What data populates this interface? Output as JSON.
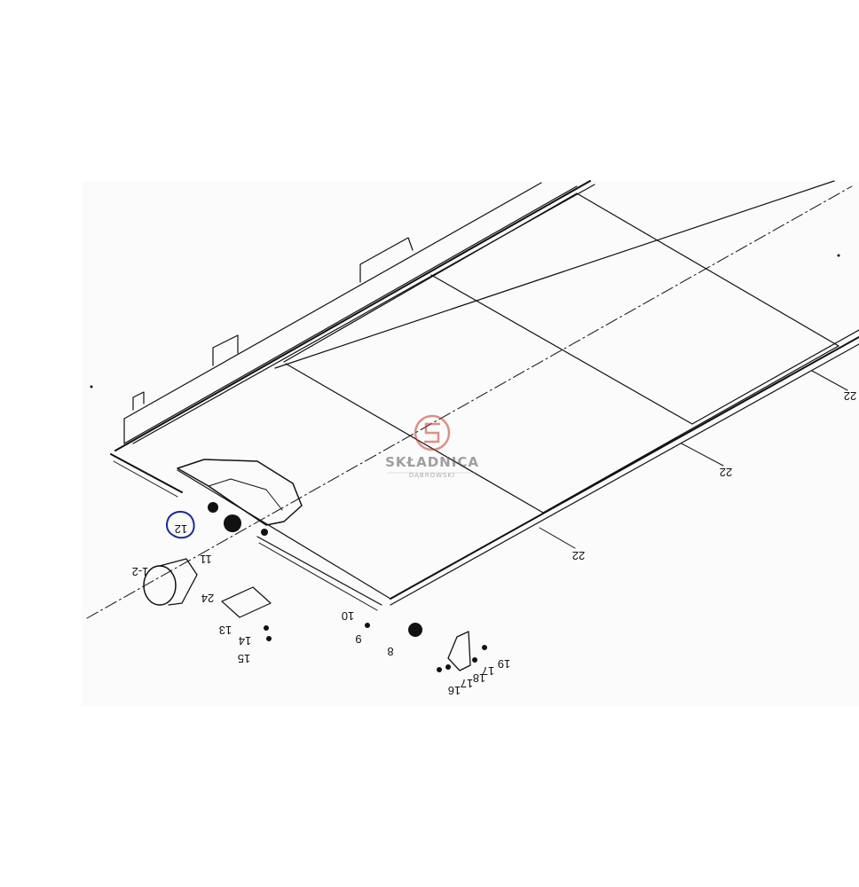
{
  "part_labels": [
    "22",
    "22",
    "22",
    "12",
    "11",
    "1-2",
    "24",
    "13",
    "14",
    "15",
    "10",
    "9",
    "8",
    "16",
    "17",
    "18",
    "17",
    "19"
  ],
  "watermark": {
    "brand": "SKŁADNICA",
    "sub": "DĄBROWSKI",
    "color": "#c0392b"
  },
  "highlight_color": "#1a2a9a",
  "line_color": "#111111"
}
